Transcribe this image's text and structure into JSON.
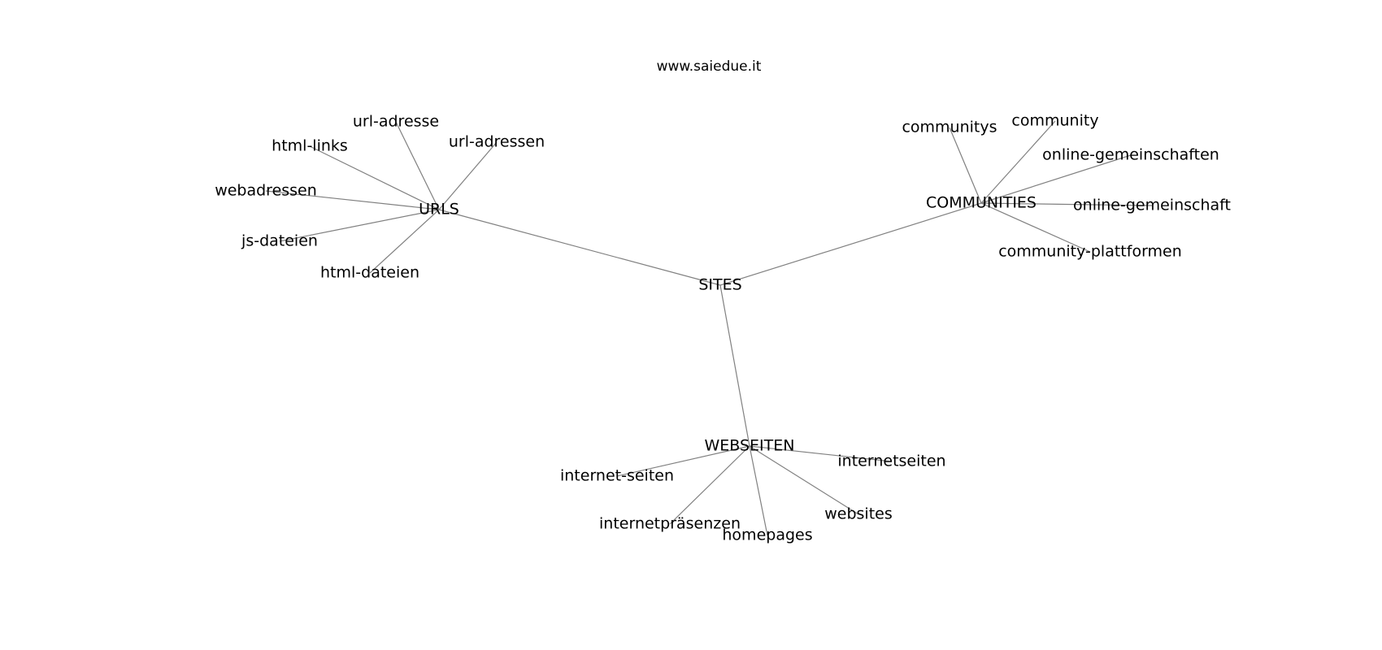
{
  "title": "www.saiedue.it",
  "colors": {
    "edge": "#808080",
    "text": "#000000",
    "background": "#ffffff"
  },
  "nodes": {
    "sites": "SITES",
    "urls": "URLS",
    "communities": "COMMUNITIES",
    "webseiten": "WEBSEITEN",
    "url_adresse": "url-adresse",
    "url_adressen": "url-adressen",
    "html_links": "html-links",
    "webadressen": "webadressen",
    "js_dateien": "js-dateien",
    "html_dateien": "html-dateien",
    "communitys": "communitys",
    "community": "community",
    "online_gemeinschaften": "online-gemeinschaften",
    "online_gemeinschaft": "online-gemeinschaft",
    "community_plattformen": "community-plattformen",
    "internet_seiten": "internet-seiten",
    "internetseiten": "internetseiten",
    "internetpraesenzen": "internetpräsenzen",
    "homepages": "homepages",
    "websites": "websites"
  },
  "edges": [
    [
      "sites",
      "urls"
    ],
    [
      "sites",
      "communities"
    ],
    [
      "sites",
      "webseiten"
    ],
    [
      "urls",
      "url_adresse"
    ],
    [
      "urls",
      "url_adressen"
    ],
    [
      "urls",
      "html_links"
    ],
    [
      "urls",
      "webadressen"
    ],
    [
      "urls",
      "js_dateien"
    ],
    [
      "urls",
      "html_dateien"
    ],
    [
      "communities",
      "communitys"
    ],
    [
      "communities",
      "community"
    ],
    [
      "communities",
      "online_gemeinschaften"
    ],
    [
      "communities",
      "online_gemeinschaft"
    ],
    [
      "communities",
      "community_plattformen"
    ],
    [
      "webseiten",
      "internet_seiten"
    ],
    [
      "webseiten",
      "internetseiten"
    ],
    [
      "webseiten",
      "internetpraesenzen"
    ],
    [
      "webseiten",
      "homepages"
    ],
    [
      "webseiten",
      "websites"
    ]
  ]
}
